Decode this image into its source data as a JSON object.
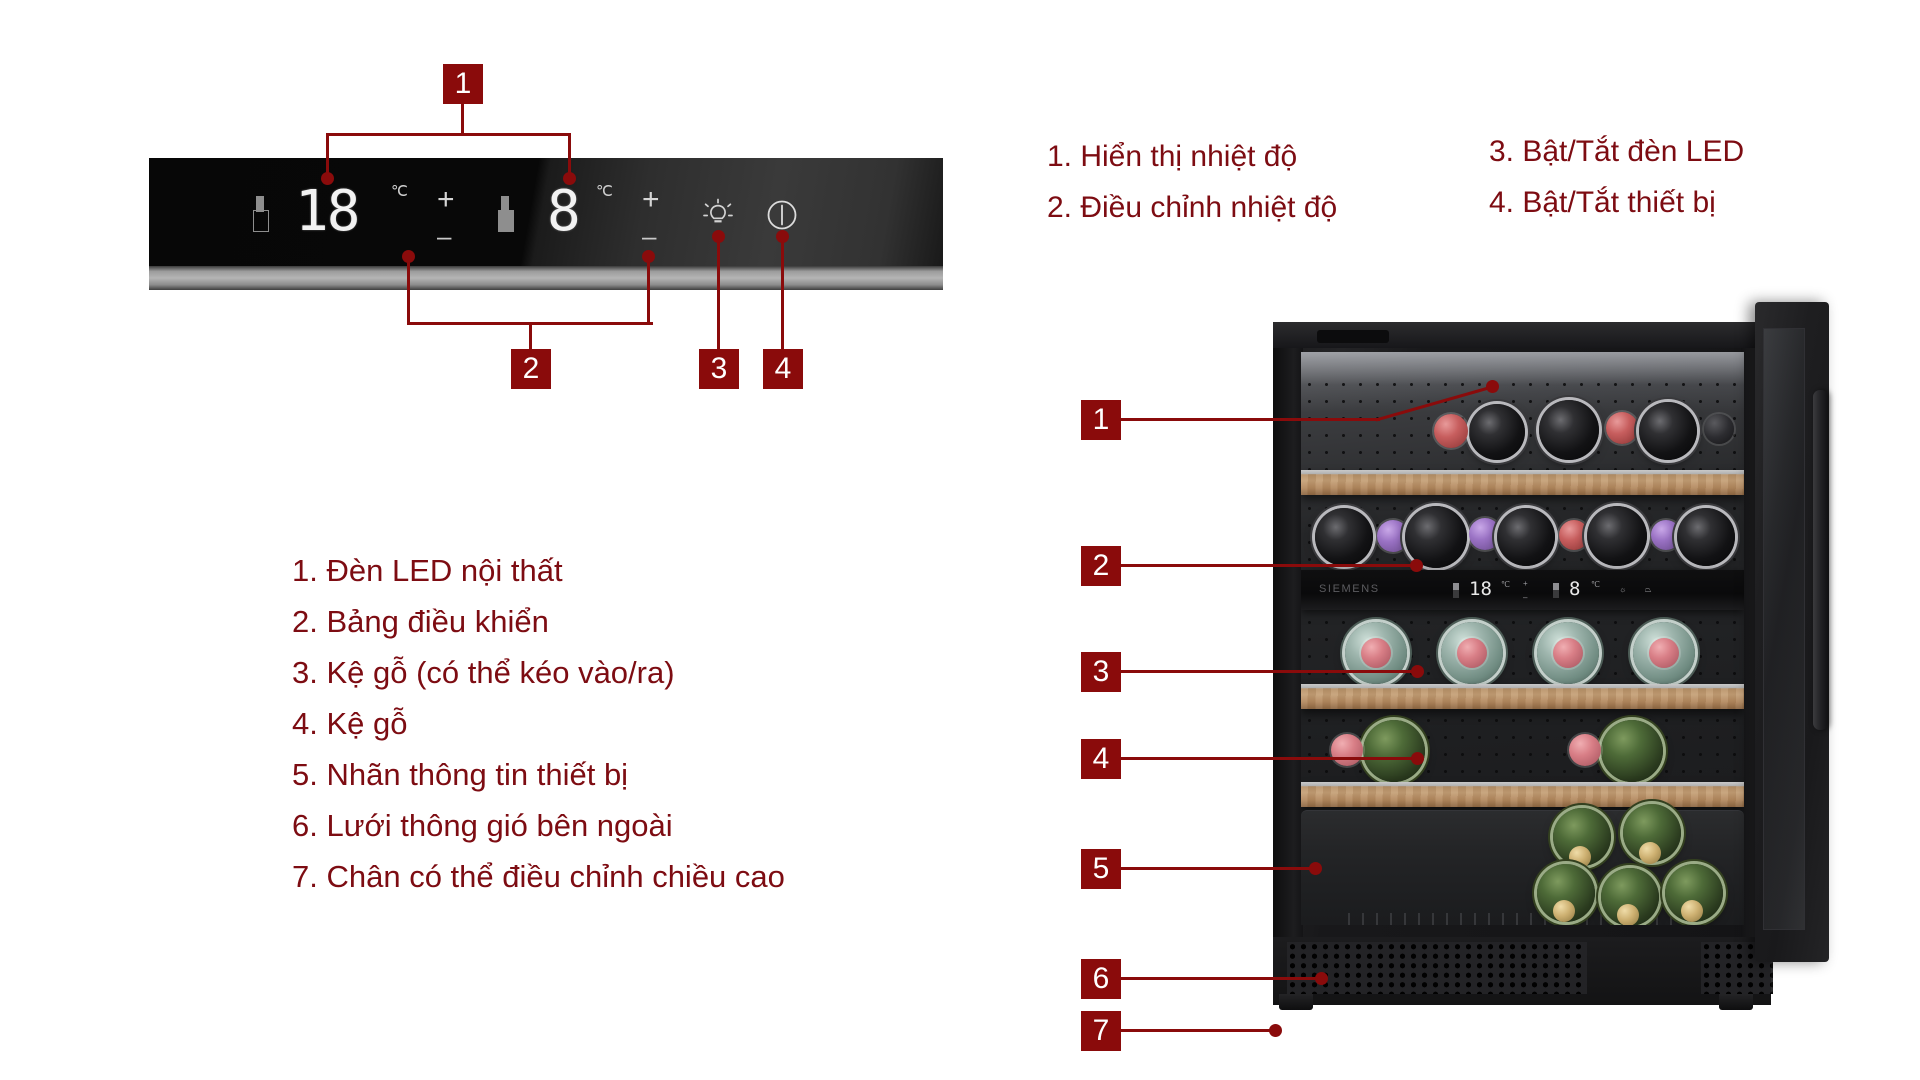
{
  "control_panel": {
    "left_display": {
      "value": "18",
      "unit": "℃",
      "bottle_icon": "bottle-icon",
      "plus": "+",
      "minus": "–"
    },
    "right_display": {
      "value": "8",
      "unit": "℃",
      "bottle_icon": "bottle-icon",
      "plus": "+",
      "minus": "–"
    },
    "light_button": "lightbulb-icon",
    "power_button": "power-icon",
    "callouts": [
      {
        "number": "1"
      },
      {
        "number": "2"
      },
      {
        "number": "3"
      },
      {
        "number": "4"
      }
    ]
  },
  "panel_legend_col1": [
    "1. Hiển thị nhiệt độ",
    "2. Điều chỉnh nhiệt độ"
  ],
  "panel_legend_col2": [
    "3. Bật/Tắt đèn LED",
    "4. Bật/Tắt thiết bị"
  ],
  "appliance_legend": [
    "1. Đèn LED nội thất",
    "2. Bảng điều khiển",
    "3. Kệ gỗ (có thể kéo vào/ra)",
    "4. Kệ gỗ",
    "5. Nhãn thông tin thiết bị",
    "6. Lưới thông gió bên ngoài",
    "7. Chân có thể điều chỉnh chiều cao"
  ],
  "appliance_callouts": [
    {
      "number": "1"
    },
    {
      "number": "2"
    },
    {
      "number": "3"
    },
    {
      "number": "4"
    },
    {
      "number": "5"
    },
    {
      "number": "6"
    },
    {
      "number": "7"
    }
  ],
  "appliance": {
    "brand": "SIEMENS",
    "inner_panel_left_value": "18",
    "inner_panel_right_value": "8",
    "inner_panel_unit": "℃"
  },
  "colors": {
    "accent": "#8a0b0b",
    "legend_text": "#7d0c12",
    "background": "#ffffff"
  }
}
